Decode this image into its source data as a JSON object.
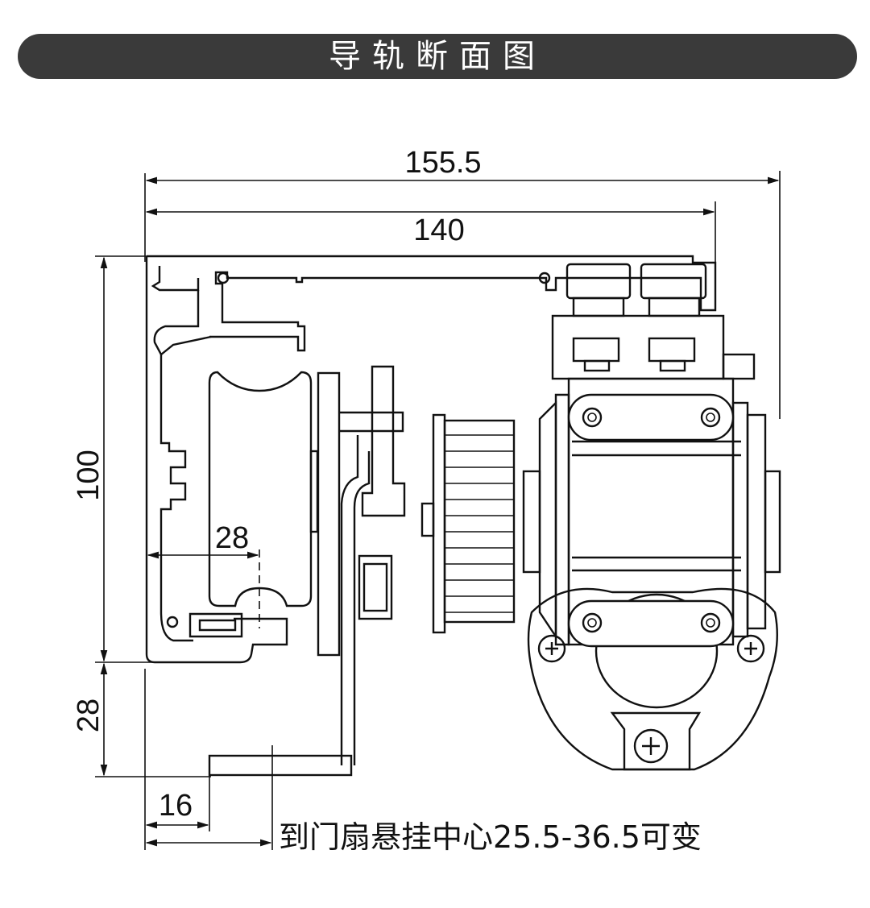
{
  "header": {
    "title": "导轨断面图"
  },
  "dimensions": {
    "overall_width": "155.5",
    "rail_width": "140",
    "rail_height": "100",
    "bracket_height": "28",
    "roller_offset": "28",
    "bracket_offset": "16"
  },
  "note": "到门扇悬挂中心25.5-36.5可变"
}
